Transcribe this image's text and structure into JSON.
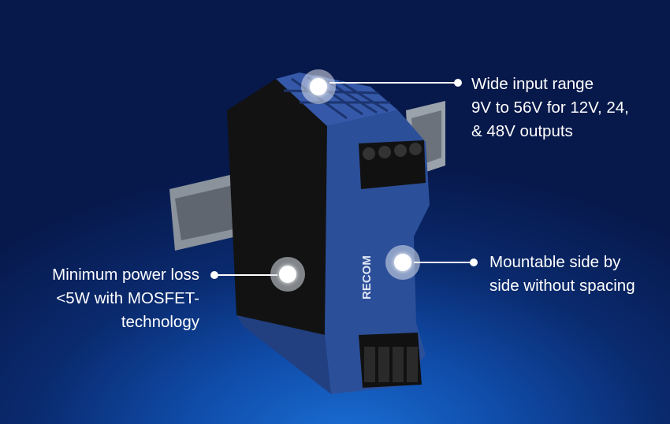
{
  "brand_logo": "RECOM",
  "callouts": {
    "input_range": {
      "lines": [
        "Wide input range",
        "9V to 56V for 12V, 24,",
        "& 48V outputs"
      ]
    },
    "power_loss": {
      "lines": [
        "Minimum power loss",
        "<5W with MOSFET-",
        "technology"
      ]
    },
    "mounting": {
      "lines": [
        "Mountable side by",
        "side without spacing"
      ]
    }
  },
  "colors": {
    "device_blue": "#2c4f9a",
    "device_black": "#151515",
    "background": "#0a2a6e"
  }
}
